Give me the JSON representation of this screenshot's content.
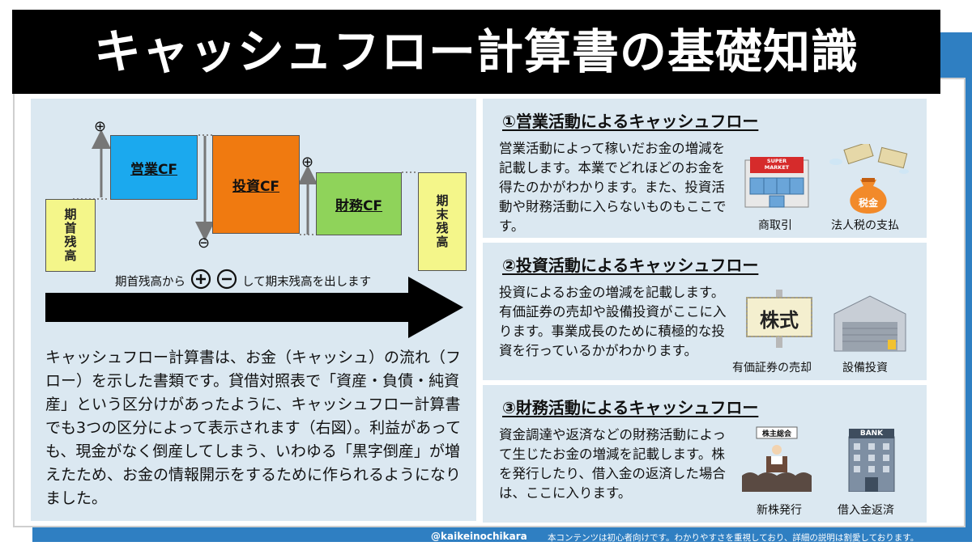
{
  "title": "キャッシュフロー計算書の基礎知識",
  "diagram": {
    "boxes": {
      "opening": "期首残高",
      "operating": "営業CF",
      "investing": "投資CF",
      "financing": "財務CF",
      "closing": "期末残高"
    },
    "plus_symbol": "⊕",
    "minus_symbol": "⊖",
    "arrow_caption_prefix": "期首残高から",
    "arrow_caption_suffix": "して期末残高を出します"
  },
  "left_text": "キャッシュフロー計算書は、お金（キャッシュ）の流れ（フロー）を示した書類です。貸借対照表で「資産・負債・純資産」という区分けがあったように、キャッシュフロー計算書でも3つの区分によって表示されます（右図）。利益があっても、現金がなく倒産してしまう、いわゆる「黒字倒産」が増えたため、お金の情報開示をするために作られるようになりました。",
  "sections": [
    {
      "title": "①営業活動によるキャッシュフロー",
      "body": "営業活動によって稼いだお金の増減を記載します。本業でどれほどのお金を得たのかがわかります。また、投資活動や財務活動に入らないものもここです。",
      "icons": [
        {
          "name": "supermarket-icon",
          "caption": "商取引",
          "sign": "SUPER MARKET"
        },
        {
          "name": "tax-money-bag-icon",
          "caption": "法人税の支払",
          "sign": "税金"
        }
      ]
    },
    {
      "title": "②投資活動によるキャッシュフロー",
      "body": "投資によるお金の増減を記載します。有価証券の売却や設備投資がここに入ります。事業成長のために積極的な投資を行っているかがわかります。",
      "icons": [
        {
          "name": "stock-certificate-icon",
          "caption": "有価証券の売却",
          "sign": "株式"
        },
        {
          "name": "factory-icon",
          "caption": "設備投資"
        }
      ]
    },
    {
      "title": "③財務活動によるキャッシュフロー",
      "body": "資金調達や返済などの財務活動によって生じたお金の増減を記載します。株を発行したり、借入金の返済した場合は、ここに入ります。",
      "icons": [
        {
          "name": "shareholders-meeting-icon",
          "caption": "新株発行",
          "sign": "株主総会"
        },
        {
          "name": "bank-icon",
          "caption": "借入金返済",
          "sign": "BANK"
        }
      ]
    }
  ],
  "footer": {
    "handle": "@kaikeinochikara",
    "note": "本コンテンツは初心者向けです。わかりやすさを重視しており、詳細の説明は割愛しております。"
  },
  "colors": {
    "title_bg": "#000000",
    "frame_blue": "#2f7fc2",
    "pane_bg": "#dbe8f1",
    "opening_closing": "#f4f68a",
    "operating": "#1ba9ee",
    "investing": "#f07a10",
    "financing": "#8fd35a"
  }
}
